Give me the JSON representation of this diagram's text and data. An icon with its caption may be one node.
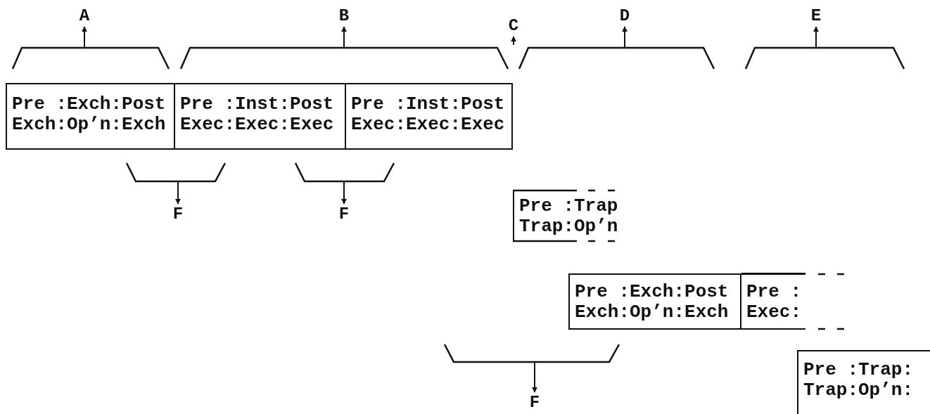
{
  "diagram": {
    "nodes": [
      {
        "text": [
          "Pre :Exch:Post",
          "Exch:Op’n:Exch"
        ]
      },
      {
        "text": [
          "Pre :Inst:Post",
          "Exec:Exec:Exec"
        ]
      },
      {
        "text": [
          "Pre :Inst:Post",
          "Exec:Exec:Exec"
        ]
      },
      {
        "text": [
          "Pre :Trap",
          "Trap:Op’n"
        ]
      },
      {
        "text": [
          "Pre :Exch:Post",
          "Exch:Op’n:Exch"
        ]
      },
      {
        "text": [
          "Pre :",
          "Exec:"
        ]
      },
      {
        "text": [
          "Pre :Trap:",
          "Trap:Op’n:"
        ]
      },
      {
        "text": [
          "A"
        ]
      },
      {
        "text": [
          "B"
        ]
      },
      {
        "text": [
          "C"
        ]
      },
      {
        "text": [
          "D"
        ]
      },
      {
        "text": [
          "E"
        ]
      },
      {
        "text": [
          "F"
        ]
      },
      {
        "text": [
          "F"
        ]
      },
      {
        "text": [
          "F"
        ]
      },
      {
        "text": [],
        "shape": "bracket"
      },
      {
        "text": [],
        "shape": "bracket"
      },
      {
        "text": [],
        "shape": "bracket"
      },
      {
        "text": [],
        "shape": "bracket"
      },
      {
        "text": [],
        "shape": "bracket"
      },
      {
        "text": [],
        "shape": "bracket"
      },
      {
        "text": [],
        "shape": "bracket"
      }
    ],
    "edges": [
      {
        "from": 15,
        "to": 7,
        "arrow": "to"
      },
      {
        "from": 16,
        "to": 8,
        "arrow": "to"
      },
      {
        "from": null,
        "to": 9,
        "arrow": "to"
      },
      {
        "from": 17,
        "to": 10,
        "arrow": "to"
      },
      {
        "from": 18,
        "to": 11,
        "arrow": "to"
      },
      {
        "from": 19,
        "to": 12,
        "arrow": "to"
      },
      {
        "from": 20,
        "to": 13,
        "arrow": "to"
      },
      {
        "from": 21,
        "to": 14,
        "arrow": "to"
      }
    ]
  }
}
